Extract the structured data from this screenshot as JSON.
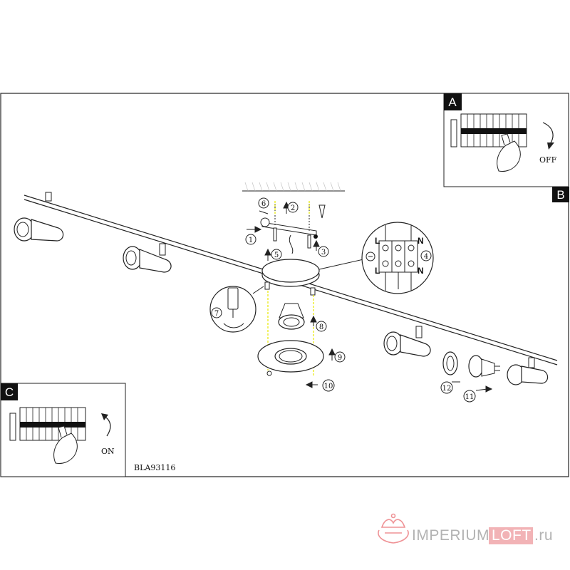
{
  "panels": {
    "a": {
      "tag": "A",
      "action": "OFF"
    },
    "b": {
      "tag": "B"
    },
    "c": {
      "tag": "C",
      "action": "ON"
    }
  },
  "model_code": "BLA93116",
  "steps": [
    "1",
    "2",
    "3",
    "4",
    "5",
    "6",
    "7",
    "8",
    "9",
    "10",
    "11",
    "12"
  ],
  "terminals": {
    "top": [
      "L",
      "N"
    ],
    "bottom": [
      "L",
      "N"
    ]
  },
  "watermark": {
    "brand": "IMPERIUM",
    "brand_box": "LOFT",
    "tld": ".ru"
  },
  "colors": {
    "ink": "#111111",
    "tag_fill": "#111111",
    "bolt_hint": "#e8e800",
    "watermark_red": "#e23b42",
    "watermark_grey": "#b3b3b3",
    "watermark_box": "#f2b3b6"
  }
}
